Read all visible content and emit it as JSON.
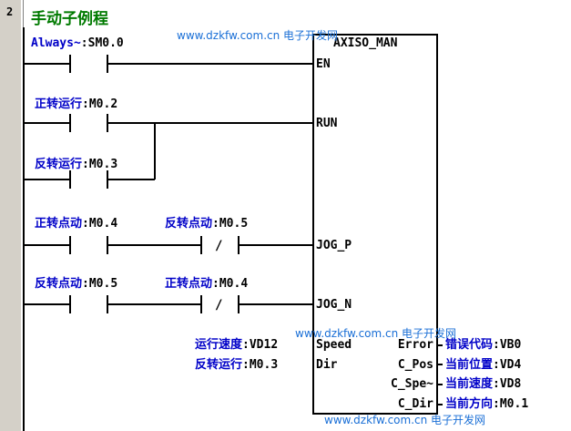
{
  "editor": {
    "rung_number": "2",
    "network_title": "手动子例程",
    "watermark_text": "www.dzkfw.com.cn 电子开发网"
  },
  "colors": {
    "label_blue": "#0000c8",
    "title_green": "#007a00",
    "watermark": "#1a6fd6",
    "wire": "#000000"
  },
  "contacts": [
    {
      "id": "c1",
      "comment": "Always~",
      "address": "SM0.0",
      "type": "normally-open"
    },
    {
      "id": "c2",
      "comment": "正转运行",
      "address": "M0.2",
      "type": "normally-open"
    },
    {
      "id": "c3",
      "comment": "反转运行",
      "address": "M0.3",
      "type": "normally-open"
    },
    {
      "id": "c4",
      "comment": "正转点动",
      "address": "M0.4",
      "type": "normally-open"
    },
    {
      "id": "c5",
      "comment": "反转点动",
      "address": "M0.5",
      "type": "normally-closed",
      "symbol": "/"
    },
    {
      "id": "c6",
      "comment": "反转点动",
      "address": "M0.5",
      "type": "normally-open"
    },
    {
      "id": "c7",
      "comment": "正转点动",
      "address": "M0.4",
      "type": "normally-closed",
      "symbol": "/"
    }
  ],
  "block": {
    "name": "AXISO_MAN",
    "inputs": [
      {
        "pin": "EN"
      },
      {
        "pin": "RUN"
      },
      {
        "pin": "JOG_P"
      },
      {
        "pin": "JOG_N"
      },
      {
        "pin": "Speed",
        "comment": "运行速度",
        "address": "VD12"
      },
      {
        "pin": "Dir",
        "comment": "反转运行",
        "address": "M0.3"
      }
    ],
    "outputs": [
      {
        "pin": "Error",
        "comment": "错误代码",
        "address": "VB0"
      },
      {
        "pin": "C_Pos",
        "comment": "当前位置",
        "address": "VD4"
      },
      {
        "pin": "C_Spe~",
        "comment": "当前速度",
        "address": "VD8"
      },
      {
        "pin": "C_Dir",
        "comment": "当前方向",
        "address": "M0.1"
      }
    ]
  }
}
